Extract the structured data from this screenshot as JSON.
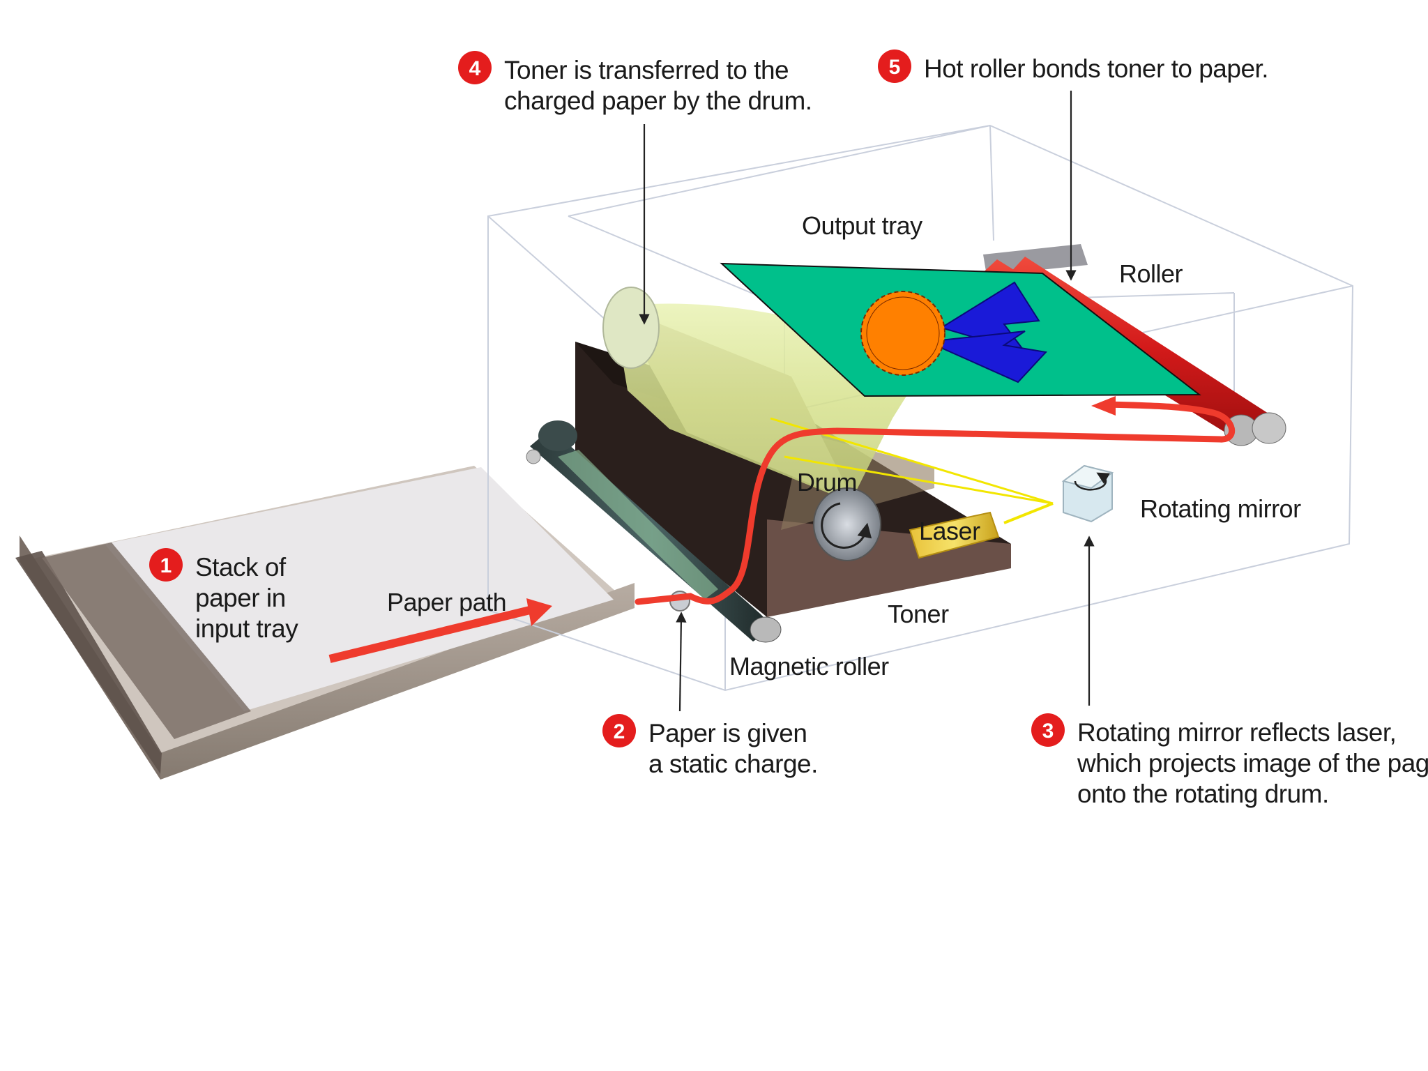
{
  "colors": {
    "badge_red": "#e41d1d",
    "paper_path_red": "#ef3b2d",
    "roller_red": "#d31a1a",
    "laser_yellow": "#f2e600",
    "drum_highlight": "#e6f0a6",
    "output_sheet": "#00c08b",
    "seal_orange": "#ff8000",
    "ribbon_blue": "#1a1ad8",
    "tray_brown": "#9e9389",
    "toner_dark": "#4a3a34"
  },
  "steps": [
    {
      "number": "1",
      "lines": [
        "Stack of",
        "paper in",
        "input tray"
      ]
    },
    {
      "number": "2",
      "lines": [
        "Paper is given",
        "a static charge."
      ]
    },
    {
      "number": "3",
      "lines": [
        "Rotating mirror reflects laser,",
        "which projects image of the page",
        "onto the rotating drum."
      ]
    },
    {
      "number": "4",
      "lines": [
        "Toner is transferred to the",
        "charged paper by the drum."
      ]
    },
    {
      "number": "5",
      "lines": [
        "Hot roller bonds toner to paper."
      ]
    }
  ],
  "parts": {
    "paper_path": "Paper path",
    "output_tray": "Output tray",
    "roller": "Roller",
    "drum": "Drum",
    "laser": "Laser",
    "rotating_mirror": "Rotating mirror",
    "toner": "Toner",
    "magnetic_roller": "Magnetic roller"
  },
  "icons": {
    "drum_rotation": "rotation-arrow-icon",
    "mirror_rotation": "rotation-arrow-icon",
    "seal": "award-seal-icon"
  }
}
